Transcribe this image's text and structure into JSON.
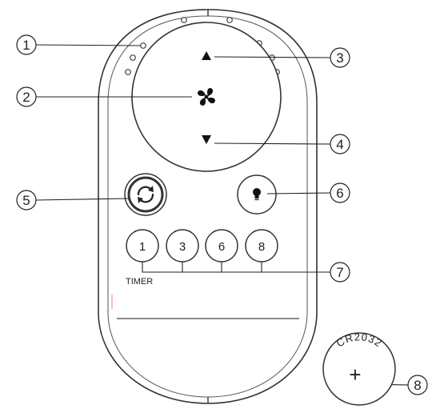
{
  "callouts": [
    "1",
    "2",
    "3",
    "4",
    "5",
    "6",
    "7",
    "8"
  ],
  "timer_buttons": [
    "1",
    "3",
    "6",
    "8"
  ],
  "timer_label": "TIMER",
  "battery": {
    "model": "CR2032",
    "polarity": "+"
  },
  "icons": {
    "speed_up": "triangle-up-icon",
    "speed_down": "triangle-down-icon",
    "fan": "fan-icon",
    "reverse": "rotate-arrows-icon",
    "light": "light-bulb-icon"
  }
}
